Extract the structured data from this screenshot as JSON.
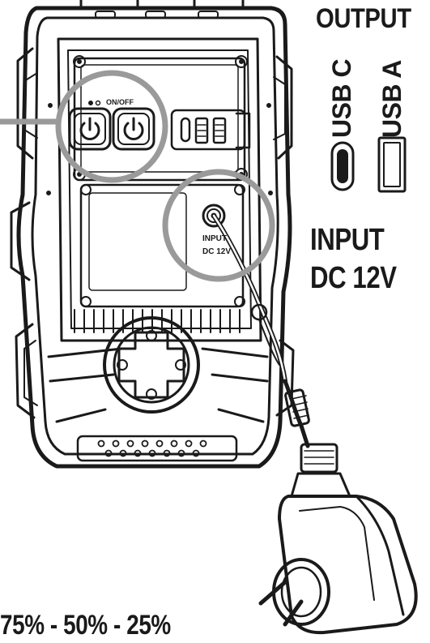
{
  "labels": {
    "output_title": "OUTPUT",
    "usb_c": "USB C",
    "usb_a": "USB A",
    "input_title": "INPUT",
    "input_spec": "DC 12V",
    "battery_levels": "75% - 50% - 25%"
  },
  "device_labels": {
    "on_off": "ON/OFF",
    "input": "INPUT",
    "input_spec": "DC 12V"
  },
  "colors": {
    "line": "#1a1a1a",
    "callout": "#9a9a9a",
    "panel": "#ffffff"
  }
}
